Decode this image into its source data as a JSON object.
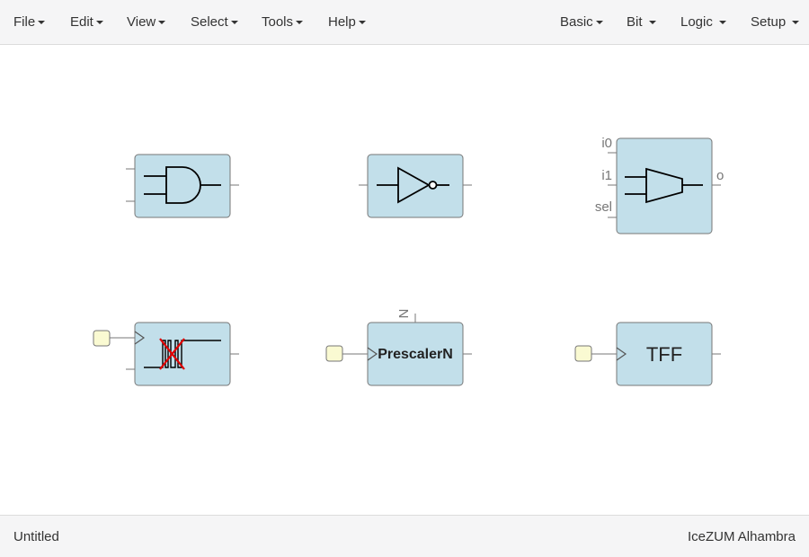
{
  "menubar": {
    "left_menus": [
      "File",
      "Edit",
      "View",
      "Select",
      "Tools",
      "Help"
    ],
    "right_menus": [
      "Basic",
      "Bit",
      "Logic",
      "Setup"
    ]
  },
  "canvas": {
    "blocks": [
      {
        "name": "and-gate-block",
        "kind": "and-gate-icon"
      },
      {
        "name": "not-gate-block",
        "kind": "not-gate-icon"
      },
      {
        "name": "mux-block",
        "kind": "mux-icon",
        "ports": {
          "in0": "i0",
          "in1": "i1",
          "sel": "sel",
          "out": "o"
        }
      },
      {
        "name": "debouncer-block",
        "kind": "debouncer-icon"
      },
      {
        "name": "prescaler-block",
        "label": "PrescalerN",
        "param": "N"
      },
      {
        "name": "tff-block",
        "label": "TFF"
      }
    ],
    "colors": {
      "block_fill": "#c2dfea",
      "block_border": "#777777",
      "param_fill": "#fafad2",
      "cross": "#e00000"
    }
  },
  "statusbar": {
    "file_name": "Untitled",
    "board": "IceZUM Alhambra"
  }
}
